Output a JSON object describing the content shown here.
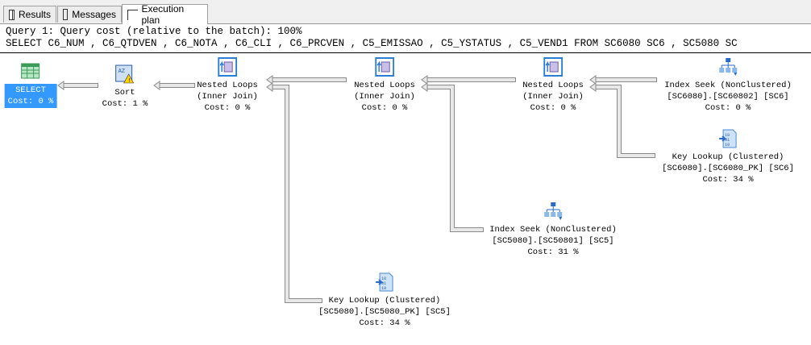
{
  "tabs": [
    {
      "label": "Results",
      "icon": "grid-icon"
    },
    {
      "label": "Messages",
      "icon": "messages-icon"
    },
    {
      "label": "Execution plan",
      "icon": "plan-icon",
      "active": true
    }
  ],
  "query": {
    "header": "Query 1: Query cost (relative to the batch): 100%",
    "sql": "SELECT C6_NUM , C6_QTDVEN , C6_NOTA , C6_CLI , C6_PRCVEN , C5_EMISSAO , C5_YSTATUS , C5_VEND1 FROM SC6080 SC6 , SC5080 SC"
  },
  "nodes": {
    "select": {
      "l1": "SELECT",
      "cost": "Cost: 0 %"
    },
    "sort": {
      "l1": "Sort",
      "cost": "Cost: 1 %"
    },
    "nl1": {
      "l1": "Nested Loops",
      "l2": "(Inner Join)",
      "cost": "Cost: 0 %"
    },
    "nl2": {
      "l1": "Nested Loops",
      "l2": "(Inner Join)",
      "cost": "Cost: 0 %"
    },
    "nl3": {
      "l1": "Nested Loops",
      "l2": "(Inner Join)",
      "cost": "Cost: 0 %"
    },
    "seek6": {
      "l1": "Index Seek (NonClustered)",
      "l2": "[SC6080].[SC60802] [SC6]",
      "cost": "Cost: 0 %"
    },
    "lookup6": {
      "l1": "Key Lookup (Clustered)",
      "l2": "[SC6080].[SC6080_PK] [SC6]",
      "cost": "Cost: 34 %"
    },
    "seek5": {
      "l1": "Index Seek (NonClustered)",
      "l2": "[SC5080].[SC50801] [SC5]",
      "cost": "Cost: 31 %"
    },
    "lookup5": {
      "l1": "Key Lookup (Clustered)",
      "l2": "[SC5080].[SC5080_PK] [SC5]",
      "cost": "Cost: 34 %"
    }
  }
}
